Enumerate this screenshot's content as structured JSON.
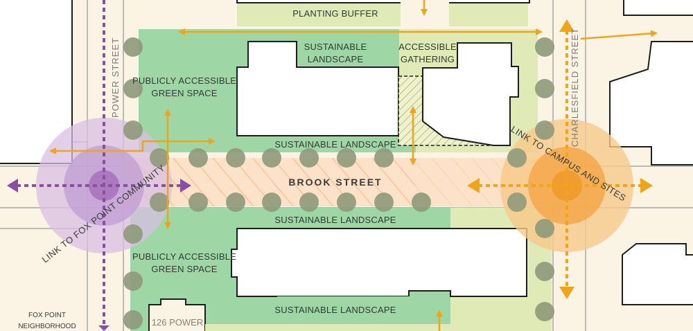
{
  "labels": {
    "planting_buffer": "PLANTING BUFFER",
    "sustainable_landscape_top_1": "SUSTAINABLE",
    "sustainable_landscape_top_2": "LANDSCAPE",
    "accessible_gathering_1": "ACCESSIBLE",
    "accessible_gathering_2": "GATHERING",
    "green_space_north_1": "PUBLICLY ACCESSIBLE",
    "green_space_north_2": "GREEN SPACE",
    "sustainable_landscape_north": "SUSTAINABLE LANDSCAPE",
    "brook_street": "BROOK STREET",
    "sustainable_landscape_south": "SUSTAINABLE LANDSCAPE",
    "green_space_south_1": "PUBLICLY ACCESSIBLE",
    "green_space_south_2": "GREEN SPACE",
    "sustainable_landscape_bottom": "SUSTAINABLE LANDSCAPE",
    "power_street": "POWER STREET",
    "charlesfield_street": "CHARLESFIELD STREET",
    "link_fox_point": "LINK TO FOX POINT COMMUNITY",
    "link_campus": "LINK TO CAMPUS AND SITES",
    "fox_point_1": "FOX POINT",
    "fox_point_2": "NEIGHBORHOOD",
    "power_126": "126 POWER"
  },
  "colors": {
    "background": "#fbf3e3",
    "green_space": "#9fd6a6",
    "pale_green": "#dfeab6",
    "building_fill": "#ffffff",
    "building_stroke": "#1d1d1d",
    "tree": "#8f9a7b",
    "orange": "#f0a419",
    "purple": "#8a4fa0",
    "street_line": "#a8a8a8",
    "brook_hatch": "#f7c79a"
  },
  "icons": {
    "north_south_arrows": "arrow-icon",
    "trees": "tree-icon"
  }
}
